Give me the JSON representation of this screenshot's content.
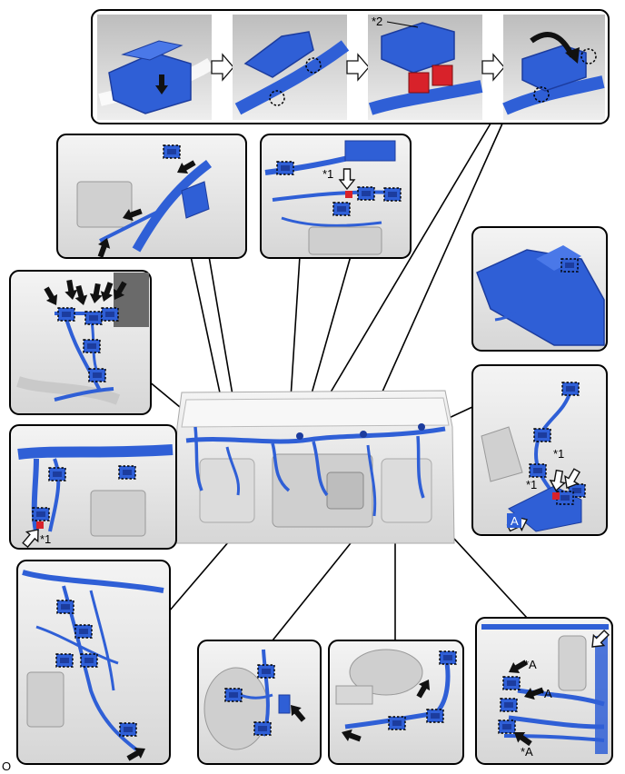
{
  "labels": {
    "star2": "*2",
    "star1_upper": "*1",
    "star1_left": "*1",
    "star1_right_a": "*1",
    "star1_right_b": "*1",
    "label_a_box": "A",
    "star_a_1": "*A",
    "star_a_2": "*A",
    "star_a_3": "*A",
    "corner_mark": "O"
  },
  "colors": {
    "harness": "#2f5fd6",
    "harness_dark": "#1c3c9e",
    "connector_red": "#d8222a",
    "panel_bg": "#e9e9e9",
    "border": "#111111",
    "arrow": "#111111"
  },
  "icons": {
    "step_arrow": "right-outline-arrow-icon",
    "push_arrow": "black-push-arrow-icon",
    "clamp_marker": "dashed-clamp-box-icon",
    "rotate_marker": "dashed-circle-icon"
  }
}
